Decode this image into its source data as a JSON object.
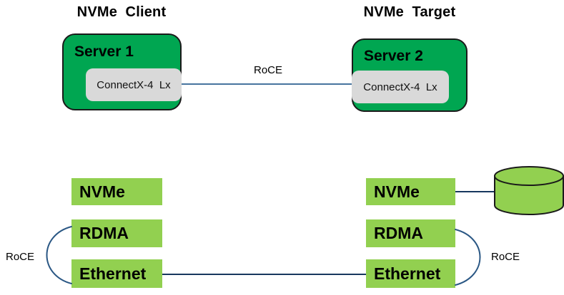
{
  "client": {
    "title": "NVMe  Client",
    "server": "Server 1",
    "nic": "ConnectX-4  Lx",
    "roce": "RoCE",
    "stack": {
      "nvme": "NVMe",
      "rdma": "RDMA",
      "ethernet": "Ethernet"
    }
  },
  "target": {
    "title": "NVMe  Target",
    "server": "Server 2",
    "nic": "ConnectX-4  Lx",
    "roce": "RoCE",
    "stack": {
      "nvme": "NVMe",
      "rdma": "RDMA",
      "ethernet": "Ethernet"
    }
  },
  "link": {
    "label": "RoCE"
  },
  "storage": {
    "icon": "disk-cylinder"
  },
  "colors": {
    "server_fill": "#00A651",
    "stack_fill": "#92D050",
    "nic_fill": "#D9D9D9",
    "outline": "#1A1A1A",
    "top_link_blue": "#46749E",
    "wire_navy": "#17375E",
    "arc_blue": "#2A5784"
  }
}
